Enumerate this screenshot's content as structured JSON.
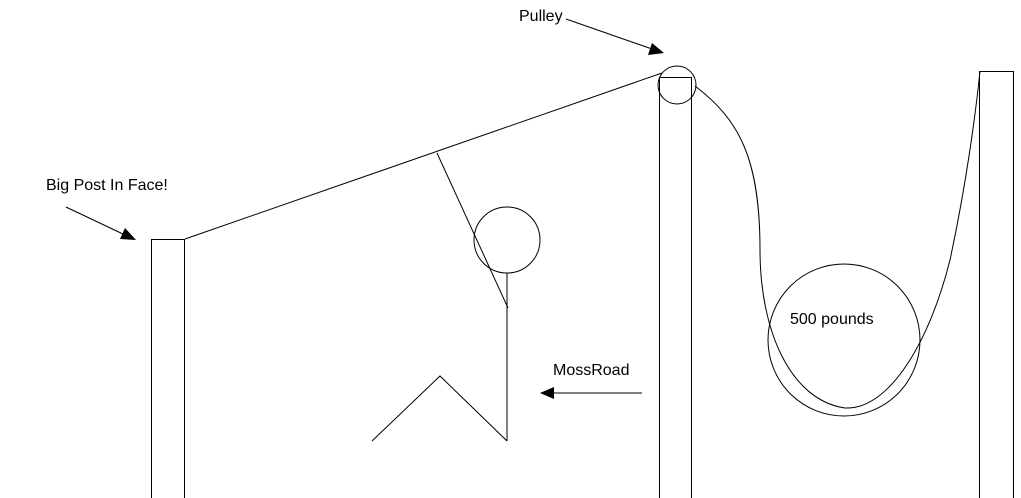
{
  "labels": {
    "pulley": "Pulley",
    "big_post": "Big Post In Face!",
    "weight": "500 pounds",
    "moss_road": "MossRoad"
  },
  "colors": {
    "stroke": "#000000",
    "background": "#ffffff"
  }
}
